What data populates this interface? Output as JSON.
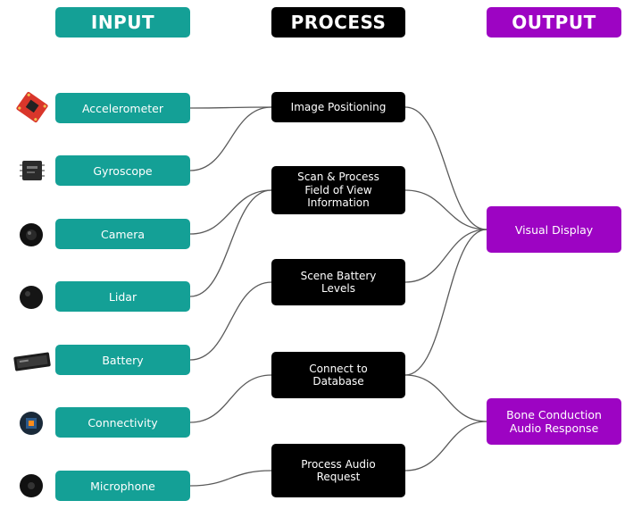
{
  "headers": {
    "input": "INPUT",
    "process": "PROCESS",
    "output": "OUTPUT"
  },
  "inputs": [
    "Accelerometer",
    "Gyroscope",
    "Camera",
    "Lidar",
    "Battery",
    "Connectivity",
    "Microphone"
  ],
  "processes": [
    "Image Positioning",
    "Scan & Process\nField of View\nInformation",
    "Scene Battery\nLevels",
    "Connect to\nDatabase",
    "Process Audio\nRequest"
  ],
  "outputs": [
    "Visual Display",
    "Bone Conduction\nAudio Response"
  ],
  "icons": [
    "accelerometer-chip-icon",
    "gyroscope-chip-icon",
    "camera-icon",
    "lidar-sensor-icon",
    "battery-icon",
    "connectivity-module-icon",
    "microphone-icon"
  ],
  "colors": {
    "input": "#14a096",
    "process": "#000000",
    "output": "#9d04c3",
    "connector": "#555555"
  }
}
